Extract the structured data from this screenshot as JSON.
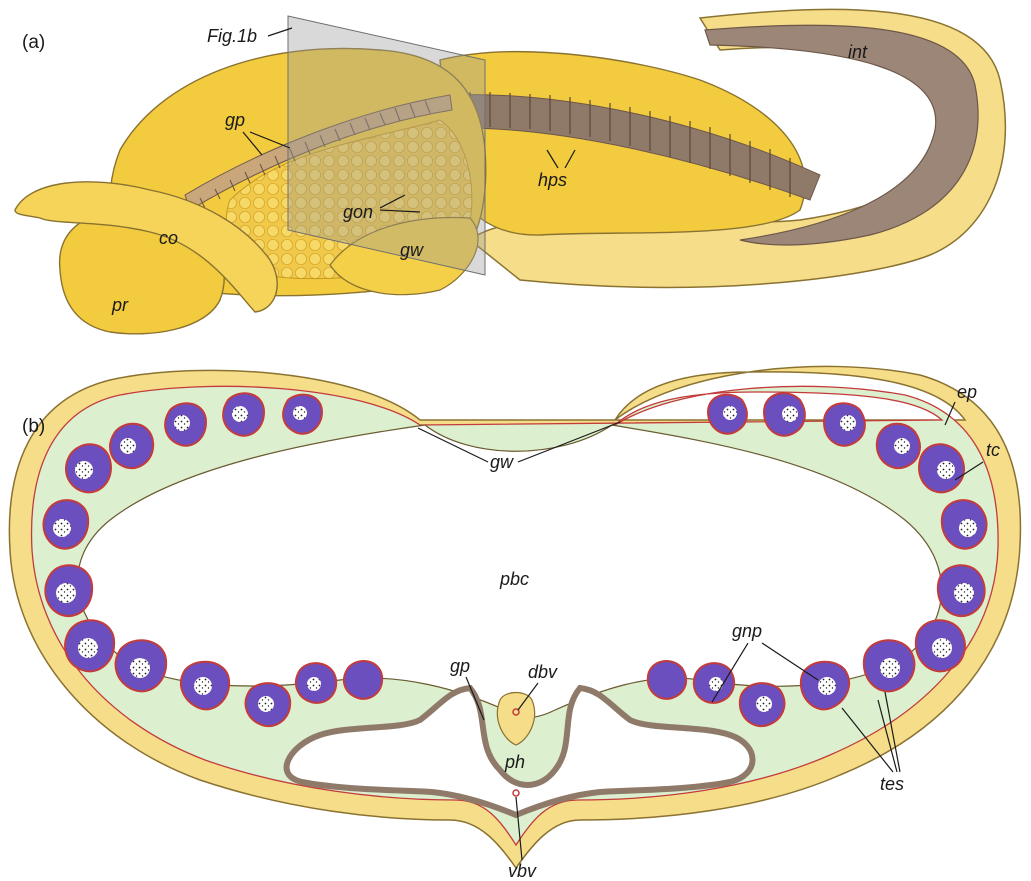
{
  "panels": {
    "a": "(a)",
    "b": "(b)"
  },
  "labels_a": {
    "fig1b": "Fig.1b",
    "gp": "gp",
    "gon": "gon",
    "co": "co",
    "pr": "pr",
    "gw": "gw",
    "hps": "hps",
    "int": "int"
  },
  "labels_b": {
    "gw": "gw",
    "ep": "ep",
    "tc": "tc",
    "pbc": "pbc",
    "gnp": "gnp",
    "gp": "gp",
    "dbv": "dbv",
    "ph": "ph",
    "tes": "tes",
    "vbv": "vbv"
  },
  "colors": {
    "epidermis": "#f6dd8a",
    "epidermis_outline": "#8a7230",
    "body_yellow": "#f2cb3e",
    "body_yellow_light": "#f8dc6a",
    "trunk_coelom": "#dcefcf",
    "gonad_purple": "#6b4fbf",
    "gonad_border": "#c33b3b",
    "gut_brown": "#8f7a6a",
    "gut_dark": "#6e5748",
    "plane_grey": "#9a9a9a"
  }
}
